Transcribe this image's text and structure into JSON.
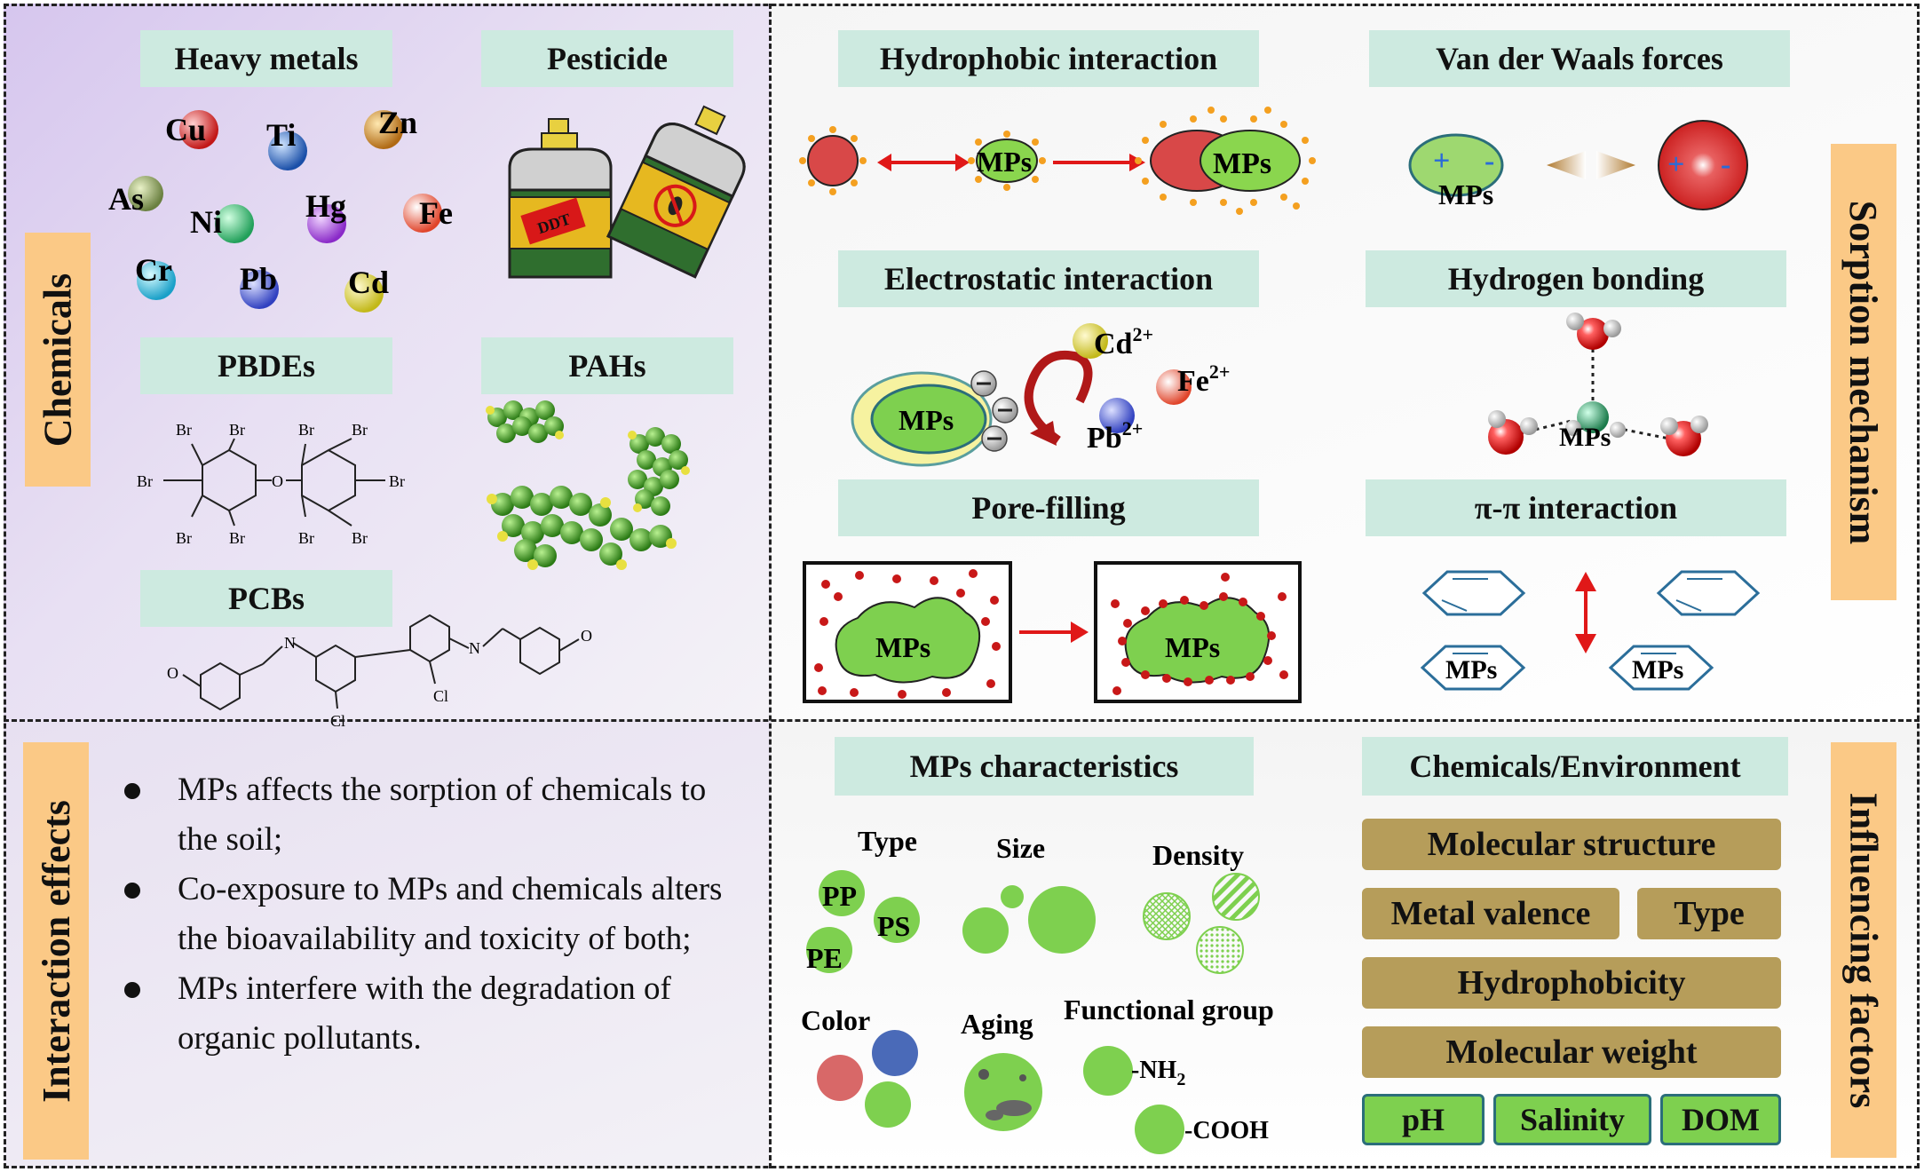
{
  "chemicals": {
    "side_label": "Chemicals",
    "heavy_metals": {
      "title": "Heavy metals",
      "elements": [
        "Cu",
        "Ti",
        "Zn",
        "As",
        "Ni",
        "Hg",
        "Fe",
        "Cr",
        "Pb",
        "Cd"
      ]
    },
    "pesticide": {
      "title": "Pesticide",
      "bottle_label": "DDT"
    },
    "pbdes": {
      "title": "PBDEs",
      "atom": "Br",
      "oxygen": "O"
    },
    "pahs": {
      "title": "PAHs"
    },
    "pcbs": {
      "title": "PCBs",
      "chlorine": "Cl",
      "nitrogen": "N",
      "oxygen": "O"
    }
  },
  "sorption": {
    "side_label": "Sorption mechanism",
    "hydrophobic": {
      "title": "Hydrophobic interaction",
      "mp1": "MPs",
      "mp2": "MPs"
    },
    "vdw": {
      "title": "Van der Waals forces",
      "mp": "MPs",
      "plus": "+",
      "minus": "-"
    },
    "electrostatic": {
      "title": "Electrostatic interaction",
      "mp": "MPs",
      "ions": [
        {
          "base": "Cd",
          "charge": "2+",
          "color": "#dada2a"
        },
        {
          "base": "Fe",
          "charge": "2+",
          "color": "#e85a2a"
        },
        {
          "base": "Pb",
          "charge": "2+",
          "color": "#4a5ad8"
        }
      ]
    },
    "hydrogen": {
      "title": "Hydrogen bonding",
      "mp": "MPs"
    },
    "pore": {
      "title": "Pore-filling",
      "mp1": "MPs",
      "mp2": "MPs"
    },
    "pipi": {
      "title": "π-π interaction",
      "mp1": "MPs",
      "mp2": "MPs"
    }
  },
  "interaction": {
    "side_label": "Interaction effects",
    "bullets": [
      "MPs affects the sorption of chemicals to the soil;",
      "Co-exposure to MPs and chemicals alters the bioavailability and toxicity of both;",
      "MPs interfere with the degradation of organic pollutants."
    ]
  },
  "influencing": {
    "side_label": "Influencing factors",
    "mps_characteristics": {
      "title": "MPs characteristics",
      "type": {
        "label": "Type",
        "items": [
          "PP",
          "PS",
          "PE"
        ]
      },
      "size": "Size",
      "density": "Density",
      "color": "Color",
      "aging": "Aging",
      "functional_group": {
        "label": "Functional group",
        "nh2": "-NH",
        "nh2_sub": "2",
        "cooh": "-COOH"
      }
    },
    "chemicals_environment": {
      "title": "Chemicals/Environment",
      "molecular_structure": "Molecular structure",
      "metal_valence": "Metal valence",
      "type": "Type",
      "hydrophobicity": "Hydrophobicity",
      "molecular_weight": "Molecular weight",
      "env": [
        "pH",
        "Salinity",
        "DOM"
      ]
    }
  }
}
